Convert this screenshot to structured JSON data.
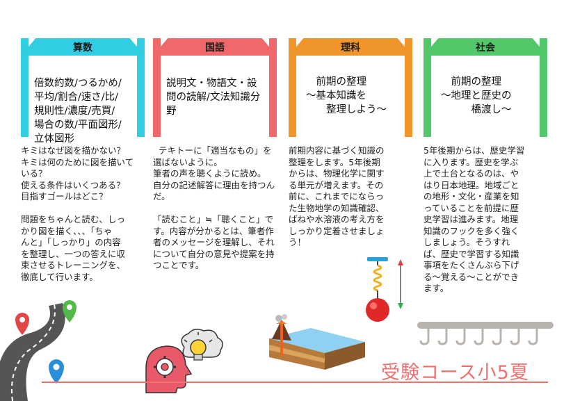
{
  "columns": [
    {
      "subject": "算数",
      "color": "#30cde3",
      "box_lines": [
        "倍数約数/つるかめ/",
        "平均/割合/速さ/比/",
        "規則性/濃度/売買/",
        "場合の数/平面図形/",
        "立体図形"
      ],
      "description": "キミはなぜ図を描かない？\nキミは何のために図を描いて\nいる？\n使える条件はいくつある？\n目指すゴールはどこ？\n\n問題をちゃんと読む、しっ\nかり図を描く、、、「ちゃ\nんと」「しっかり」の内容\nを整理し、一つの答えに収\n束させるトレーニングを、\n徹底して行います。"
    },
    {
      "subject": "国語",
      "color": "#f0686a",
      "box_lines": [
        "説明文・物語文・設",
        "問の読解/文法知識分",
        "野"
      ],
      "description": "  テキトーに「適当なもの」を\n選ばないように。\n筆者の声を聴くように読め。\n自分の記述解答に理由を持つん\nだ。\n\n「読むこと」≒「聴くこと」で\nす。内容が分かるとは、筆者作\n者のメッセージを理解し、それ\nについて自分の意見や提案を持\nつことです。"
    },
    {
      "subject": "理科",
      "color": "#f0952c",
      "box_lines": [
        "　前期の整理",
        "～基本知識を",
        "　　整理しよう～"
      ],
      "description": "前期内容に基づく知識の\n整理をします。5年後期\nからは、物理化学に関す\nる単元が増えます。その\n前に、これまでにならっ\nた生物地学の知識確認、\nばねや水溶液の考え方を\nしっかり定着させましょ\nう！"
    },
    {
      "subject": "社会",
      "color": "#52c86a",
      "box_lines": [
        "　前期の整理",
        "～地理と歴史の",
        "　　　橋渡し～"
      ],
      "description": "5年後期からは、歴史学習\nに入ります。歴史を学ぶ\n上で土台となるのは、や\nはり日本地理。地域ごと\nの地形・文化・産業を知\nっていることを前提に歴\n史学習は進みます。地理\n知識のフックを多く強く\nしましょう。そうすれ\nば、歴史で学習する知識\n事項をたくさんぶら下げ\nる～覚える～ことができ\nます。"
    }
  ],
  "footer": {
    "title": "受験コース小5夏",
    "color": "#f07070"
  },
  "illustrations": [
    "road-map-pins",
    "head-gear-lightbulb",
    "volcano-cross-section",
    "spring-weight"
  ]
}
